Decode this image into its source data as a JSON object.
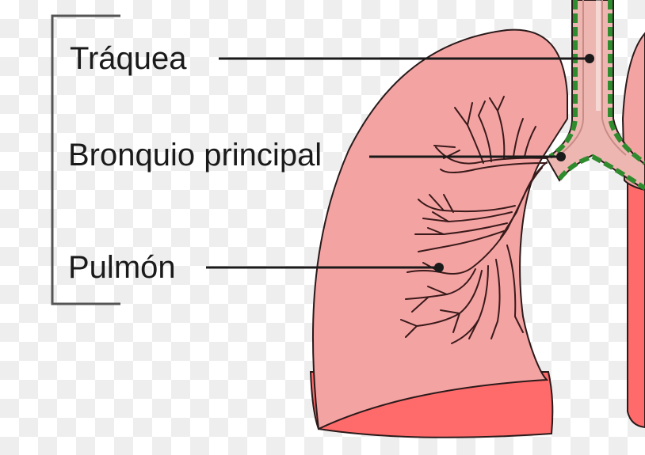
{
  "labels": {
    "trachea": "Tráquea",
    "main_bronchus": "Bronquio principal",
    "lung": "Pulmón"
  },
  "colors": {
    "lung_fill": "#f4a3a3",
    "lung_lower": "#ff6b6b",
    "trachea_fill": "#edb6b1",
    "outline": "#2a1a1a",
    "membrane": "#2e8b2e",
    "leader": "#1a1a1a"
  }
}
